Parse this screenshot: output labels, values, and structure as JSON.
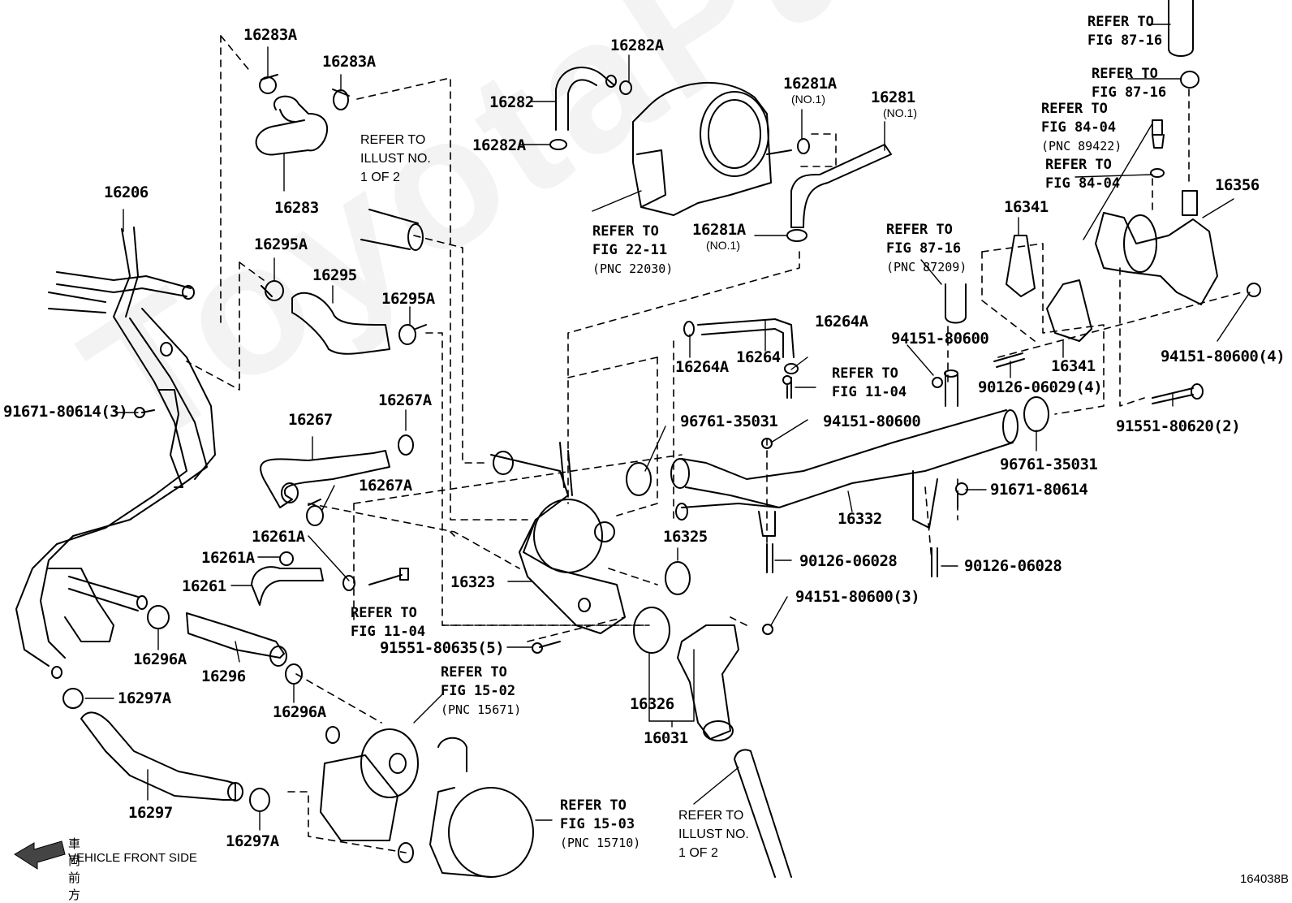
{
  "diagram": {
    "title": "Engine coolant hoses / water inlet parts illustration",
    "figure_id": "164038B",
    "watermark": "ToyotaPartsMine.ru",
    "front_direction": {
      "jp": "車両前方",
      "en": "VEHICLE FRONT SIDE",
      "icon": "arrow-left-icon"
    },
    "part_labels": [
      {
        "id": "p16283A_a",
        "text": "16283A"
      },
      {
        "id": "p16283A_b",
        "text": "16283A"
      },
      {
        "id": "p16283",
        "text": "16283"
      },
      {
        "id": "p16206",
        "text": "16206"
      },
      {
        "id": "p16295A_a",
        "text": "16295A"
      },
      {
        "id": "p16295",
        "text": "16295"
      },
      {
        "id": "p16295A_b",
        "text": "16295A"
      },
      {
        "id": "p91671_3",
        "text": "91671-80614(3)"
      },
      {
        "id": "p16267",
        "text": "16267"
      },
      {
        "id": "p16267A_a",
        "text": "16267A"
      },
      {
        "id": "p16267A_b",
        "text": "16267A"
      },
      {
        "id": "p16261A_a",
        "text": "16261A"
      },
      {
        "id": "p16261A_b",
        "text": "16261A"
      },
      {
        "id": "p16261",
        "text": "16261"
      },
      {
        "id": "p16296A_a",
        "text": "16296A"
      },
      {
        "id": "p16296",
        "text": "16296"
      },
      {
        "id": "p16296A_b",
        "text": "16296A"
      },
      {
        "id": "p16297A_a",
        "text": "16297A"
      },
      {
        "id": "p16297",
        "text": "16297"
      },
      {
        "id": "p16297A_b",
        "text": "16297A"
      },
      {
        "id": "p16282A_a",
        "text": "16282A"
      },
      {
        "id": "p16282",
        "text": "16282"
      },
      {
        "id": "p16282A_b",
        "text": "16282A"
      },
      {
        "id": "p16281A_a",
        "text": "16281A"
      },
      {
        "id": "p16281",
        "text": "16281"
      },
      {
        "id": "p16281A_b",
        "text": "16281A"
      },
      {
        "id": "p16264A_a",
        "text": "16264A"
      },
      {
        "id": "p16264",
        "text": "16264"
      },
      {
        "id": "p16264A_b",
        "text": "16264A"
      },
      {
        "id": "p94151_a",
        "text": "94151-80600"
      },
      {
        "id": "p96761_a",
        "text": "96761-35031"
      },
      {
        "id": "p94151_b",
        "text": "94151-80600"
      },
      {
        "id": "p16323",
        "text": "16323"
      },
      {
        "id": "p16325",
        "text": "16325"
      },
      {
        "id": "p16332",
        "text": "16332"
      },
      {
        "id": "p90126_a",
        "text": "90126-06028"
      },
      {
        "id": "p90126_b",
        "text": "90126-06028"
      },
      {
        "id": "p94151_3",
        "text": "94151-80600(3)"
      },
      {
        "id": "p91551_5",
        "text": "91551-80635(5)"
      },
      {
        "id": "p16326",
        "text": "16326"
      },
      {
        "id": "p16031",
        "text": "16031"
      },
      {
        "id": "p16341_a",
        "text": "16341"
      },
      {
        "id": "p16341_b",
        "text": "16341"
      },
      {
        "id": "p16356",
        "text": "16356"
      },
      {
        "id": "p90126_4",
        "text": "90126-06029(4)"
      },
      {
        "id": "p94151_4",
        "text": "94151-80600(4)"
      },
      {
        "id": "p91551_2",
        "text": "91551-80620(2)"
      },
      {
        "id": "p96761_b",
        "text": "96761-35031"
      },
      {
        "id": "p91671",
        "text": "91671-80614"
      }
    ],
    "sub_labels": [
      {
        "id": "s16281A_a",
        "text": "(NO.1)"
      },
      {
        "id": "s16281",
        "text": "(NO.1)"
      },
      {
        "id": "s16281A_b",
        "text": "(NO.1)"
      }
    ],
    "references": [
      {
        "id": "r_illust_top",
        "lines": [
          "REFER TO",
          "ILLUST NO.",
          "1 OF 2"
        ],
        "pnc": ""
      },
      {
        "id": "r_22_11",
        "lines": [
          "REFER TO",
          "FIG 22-11"
        ],
        "pnc": "(PNC 22030)"
      },
      {
        "id": "r_87_16_a",
        "lines": [
          "REFER TO",
          "FIG 87-16"
        ],
        "pnc": ""
      },
      {
        "id": "r_87_16_b",
        "lines": [
          "REFER TO",
          "FIG 87-16"
        ],
        "pnc": ""
      },
      {
        "id": "r_84_04_a",
        "lines": [
          "REFER TO",
          "FIG 84-04"
        ],
        "pnc": "(PNC 89422)"
      },
      {
        "id": "r_84_04_b",
        "lines": [
          "REFER TO",
          "FIG 84-04"
        ],
        "pnc": ""
      },
      {
        "id": "r_87_16_c",
        "lines": [
          "REFER TO",
          "FIG 87-16"
        ],
        "pnc": "(PNC 87209)"
      },
      {
        "id": "r_11_04_a",
        "lines": [
          "REFER TO",
          "FIG 11-04"
        ],
        "pnc": ""
      },
      {
        "id": "r_11_04_b",
        "lines": [
          "REFER TO",
          "FIG 11-04"
        ],
        "pnc": ""
      },
      {
        "id": "r_15_02",
        "lines": [
          "REFER TO",
          "FIG 15-02"
        ],
        "pnc": "(PNC 15671)"
      },
      {
        "id": "r_15_03",
        "lines": [
          "REFER TO",
          "FIG 15-03"
        ],
        "pnc": "(PNC 15710)"
      },
      {
        "id": "r_illust_bottom",
        "lines": [
          "REFER TO",
          "ILLUST NO.",
          "1 OF 2"
        ],
        "pnc": ""
      }
    ]
  }
}
